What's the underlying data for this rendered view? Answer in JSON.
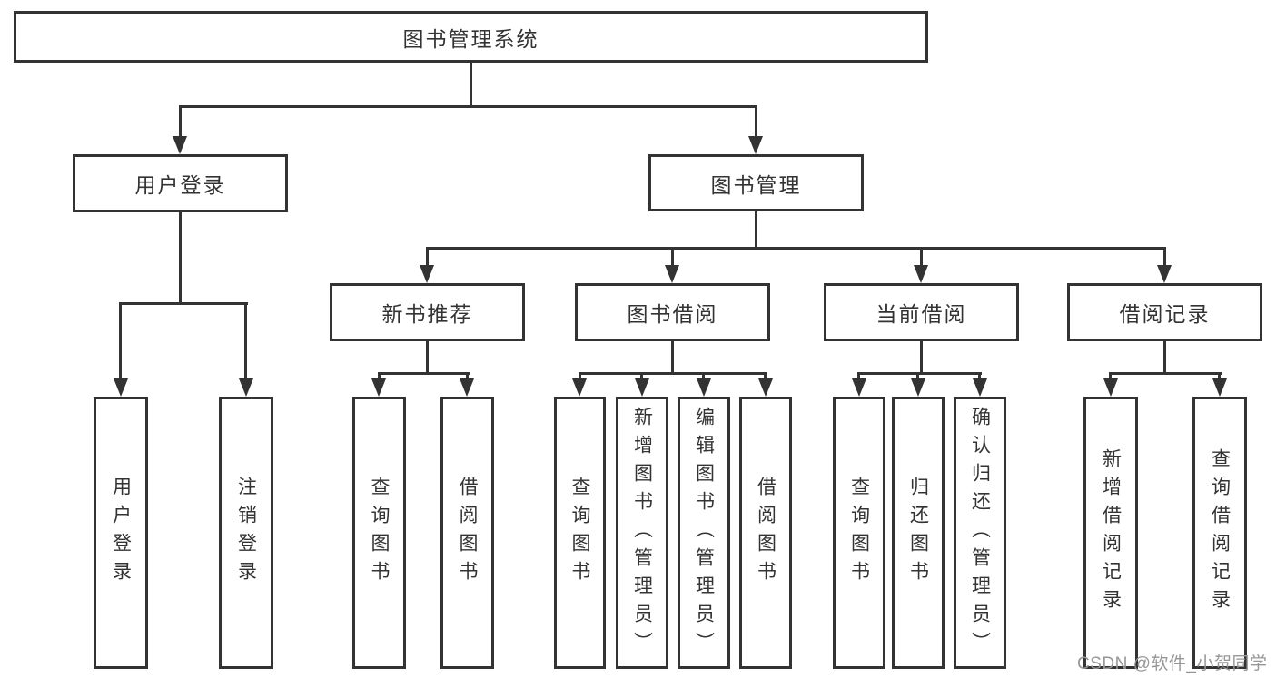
{
  "tree": {
    "label": "图书管理系统",
    "children": [
      {
        "label": "用户登录",
        "children": [
          {
            "label": "用户登录"
          },
          {
            "label": "注销登录"
          }
        ]
      },
      {
        "label": "图书管理",
        "children": [
          {
            "label": "新书推荐",
            "children": [
              {
                "label": "查询图书"
              },
              {
                "label": "借阅图书"
              }
            ]
          },
          {
            "label": "图书借阅",
            "children": [
              {
                "label": "查询图书"
              },
              {
                "label": "新增图书（管理员）"
              },
              {
                "label": "编辑图书（管理员）"
              },
              {
                "label": "借阅图书"
              }
            ]
          },
          {
            "label": "当前借阅",
            "children": [
              {
                "label": "查询图书"
              },
              {
                "label": "归还图书"
              },
              {
                "label": "确认归还（管理员）"
              }
            ]
          },
          {
            "label": "借阅记录",
            "children": [
              {
                "label": "新增借阅记录"
              },
              {
                "label": "查询借阅记录"
              }
            ]
          }
        ]
      }
    ]
  },
  "watermark": "CSDN @软件_小贺同学",
  "colors": {
    "line": "#333333",
    "text": "#333333",
    "watermark": "#979797",
    "background": "#ffffff"
  }
}
